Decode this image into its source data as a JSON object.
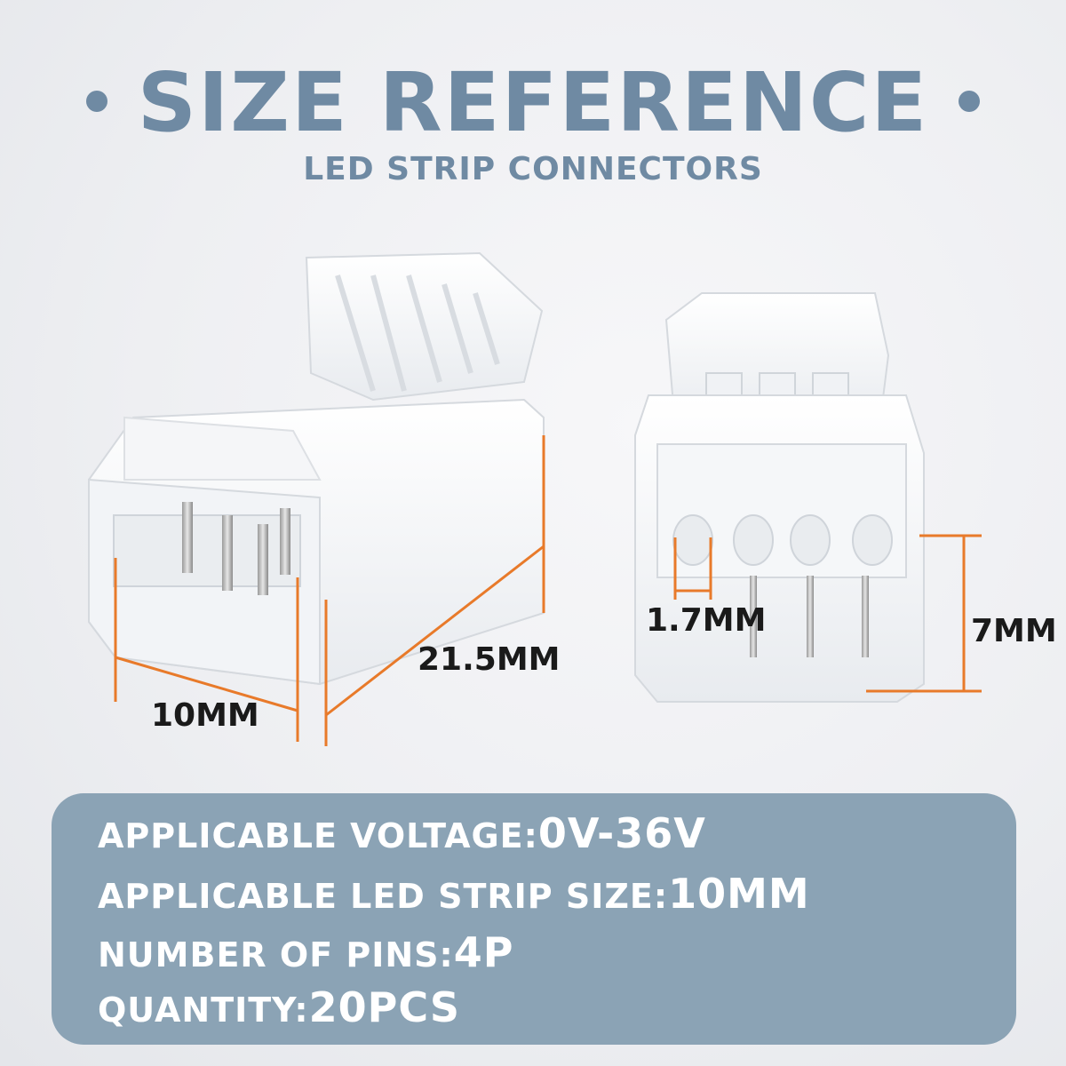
{
  "header": {
    "title": "SIZE REFERENCE",
    "subtitle": "LED STRIP CONNECTORS"
  },
  "dimensions": {
    "width_left": "10MM",
    "length": "21.5MM",
    "pin_pitch": "1.7MM",
    "height": "7MM"
  },
  "specs": [
    {
      "label": "APPLICABLE VOLTAGE:",
      "value": "0V-36V"
    },
    {
      "label": "APPLICABLE LED STRIP SIZE:",
      "value": "10MM"
    },
    {
      "label": "NUMBER OF PINS:",
      "value": "4P"
    },
    {
      "label": "QUANTITY:",
      "value": "20PCS"
    }
  ],
  "colors": {
    "accent": "#6f8aa3",
    "panel": "#8ba3b5",
    "dimension_line": "#e87a2a"
  },
  "icons": {
    "bullet": "dot-icon"
  }
}
